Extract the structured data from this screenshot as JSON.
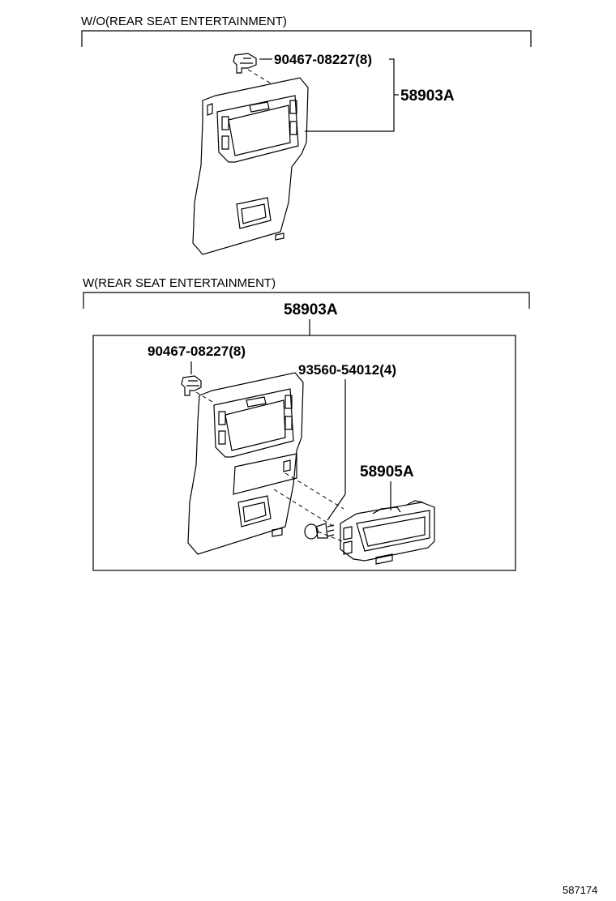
{
  "sections": [
    {
      "label": "W/O(REAR SEAT ENTERTAINMENT)",
      "callouts": [
        {
          "part": "90467-08227(8)"
        },
        {
          "part": "58903A"
        }
      ]
    },
    {
      "label": "W(REAR SEAT ENTERTAINMENT)",
      "callouts": [
        {
          "part": "58903A"
        },
        {
          "part": "90467-08227(8)"
        },
        {
          "part": "93560-54012(4)"
        },
        {
          "part": "58905A"
        }
      ]
    }
  ],
  "diagram_code": "587174"
}
